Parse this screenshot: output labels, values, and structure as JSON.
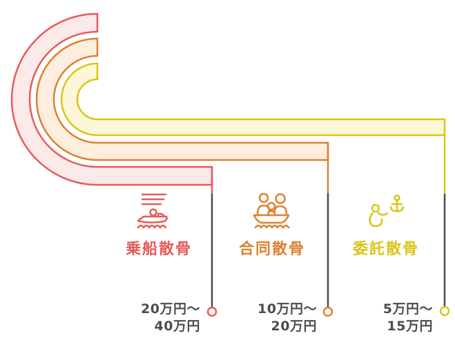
{
  "diagram": {
    "items": [
      {
        "label": "乗船散骨",
        "price_from": "20万円〜",
        "price_to": "40万円",
        "color": "#e65a5a",
        "fill": "#fce9e9",
        "icon": "speedboat-rider-icon"
      },
      {
        "label": "合同散骨",
        "price_from": "10万円〜",
        "price_to": "20万円",
        "color": "#de8030",
        "fill": "#fdeedd",
        "icon": "group-boat-icon"
      },
      {
        "label": "委託散骨",
        "price_from": "5万円〜",
        "price_to": "15万円",
        "color": "#d9c515",
        "fill": "#fcf7d7",
        "icon": "person-anchor-icon"
      }
    ],
    "connector_color": "#4a4a4a",
    "price_text_color": "#4c4c4c",
    "background": "#ffffff"
  }
}
